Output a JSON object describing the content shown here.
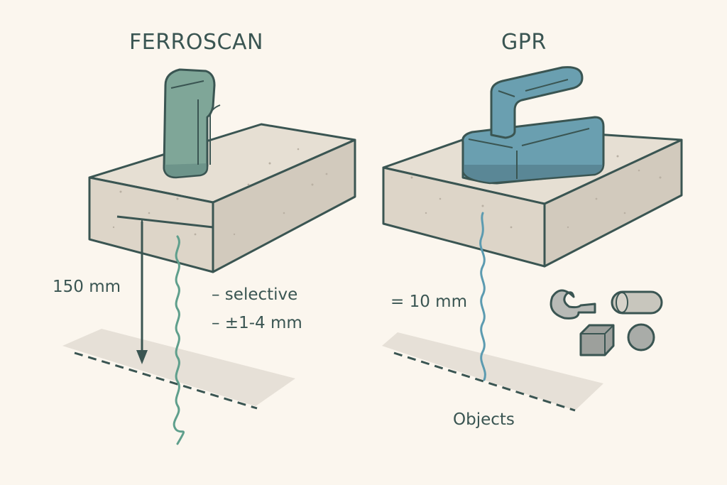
{
  "panels": {
    "ferroscan": {
      "title": "FERROSCAN",
      "depth_label": "150 mm",
      "notes": [
        "– selective",
        "– ±1-4 mm"
      ],
      "device_color": "#7fa698",
      "wave_color": "#5f9f8c"
    },
    "gpr": {
      "title": "GPR",
      "depth_label": "= 10 mm",
      "objects_label": "Objects",
      "device_color": "#6a9fb0",
      "wave_color": "#5c9bb0",
      "objects": [
        "rebar-hook",
        "cylinder",
        "cube",
        "sphere"
      ]
    }
  },
  "colors": {
    "background": "#fbf6ee",
    "outline": "#3a5552",
    "concrete_top": "#e4ddd1",
    "concrete_front": "#ddd5c8",
    "concrete_side": "#cfc7ba",
    "layer": "#e2dcd2",
    "object_fill": "#a9aca8"
  }
}
